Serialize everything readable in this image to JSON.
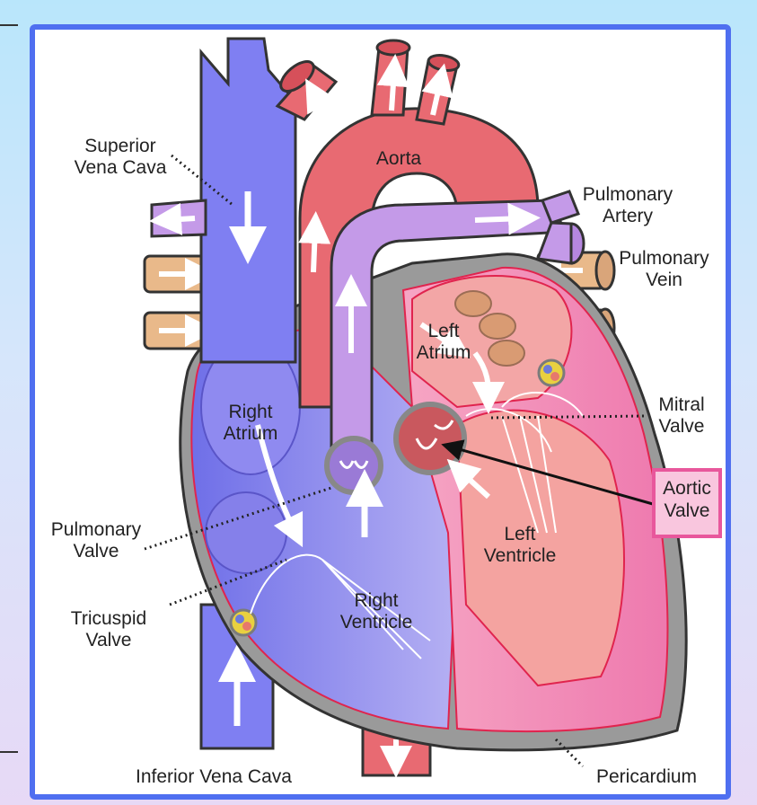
{
  "diagram": {
    "labels": {
      "superior_vena_cava": "Superior\nVena Cava",
      "aorta": "Aorta",
      "pulmonary_artery": "Pulmonary\nArtery",
      "pulmonary_vein": "Pulmonary\nVein",
      "left_atrium": "Left\nAtrium",
      "right_atrium": "Right\nAtrium",
      "mitral_valve": "Mitral\nValve",
      "aortic_valve": "Aortic\nValve",
      "pulmonary_valve": "Pulmonary\nValve",
      "left_ventricle": "Left\nVentricle",
      "right_ventricle": "Right\nVentricle",
      "tricuspid_valve": "Tricuspid\nValve",
      "inferior_vena_cava": "Inferior Vena Cava",
      "pericardium": "Pericardium"
    },
    "colors": {
      "frame": "#4f6ff0",
      "vena_blue": "#7f7ff2",
      "aorta_red": "#e86a72",
      "pulmonary_purple": "#c49ae8",
      "pulmonary_vein_tan": "#e9b98a",
      "left_heart_pink": "#f08bb8",
      "right_heart_lavender": "#a9a2ee",
      "pericardium_gray": "#9a9a9a",
      "highlight_box": "#f9c6de"
    }
  }
}
